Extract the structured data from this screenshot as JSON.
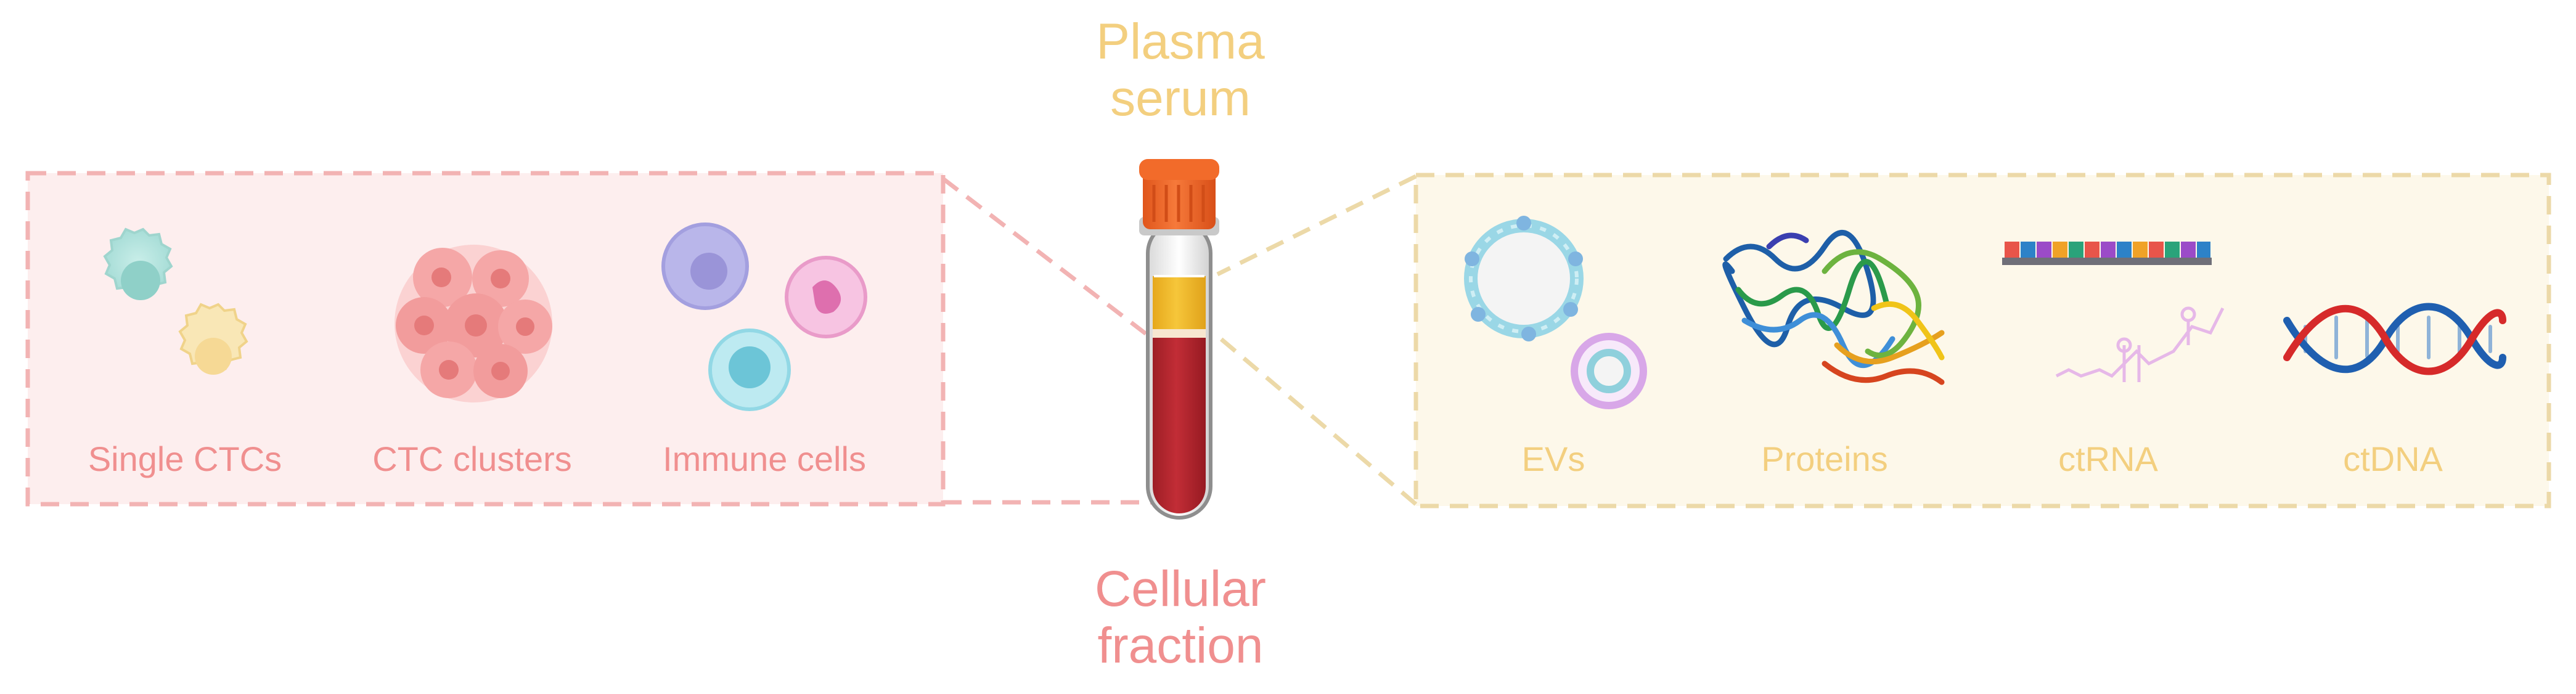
{
  "labels": {
    "plasma_line1": "Plasma",
    "plasma_line2": "serum",
    "cellular_line1": "Cellular",
    "cellular_line2": "fraction"
  },
  "cellular_items": [
    {
      "label": "Single CTCs",
      "icon": "single-ctc-icon"
    },
    {
      "label": "CTC clusters",
      "icon": "ctc-cluster-icon"
    },
    {
      "label": "Immune cells",
      "icon": "immune-cells-icon"
    }
  ],
  "plasma_items": [
    {
      "label": "EVs",
      "icon": "extracellular-vesicle-icon"
    },
    {
      "label": "Proteins",
      "icon": "protein-structure-icon"
    },
    {
      "label": "ctRNA",
      "icon": "rna-strand-icon"
    },
    {
      "label": "ctDNA",
      "icon": "dna-helix-icon"
    }
  ],
  "colors": {
    "cellular_text": "#f08f8f",
    "plasma_text": "#f3cf7f",
    "cellular_box_fill": "#fdeeee",
    "cellular_box_border": "#f2b3b3",
    "plasma_box_fill": "#fdf8ea",
    "plasma_box_border": "#ecd9a8",
    "cap": "#f26b2a",
    "plasma_layer": "#f2b92b",
    "blood_layer": "#b8262e"
  }
}
